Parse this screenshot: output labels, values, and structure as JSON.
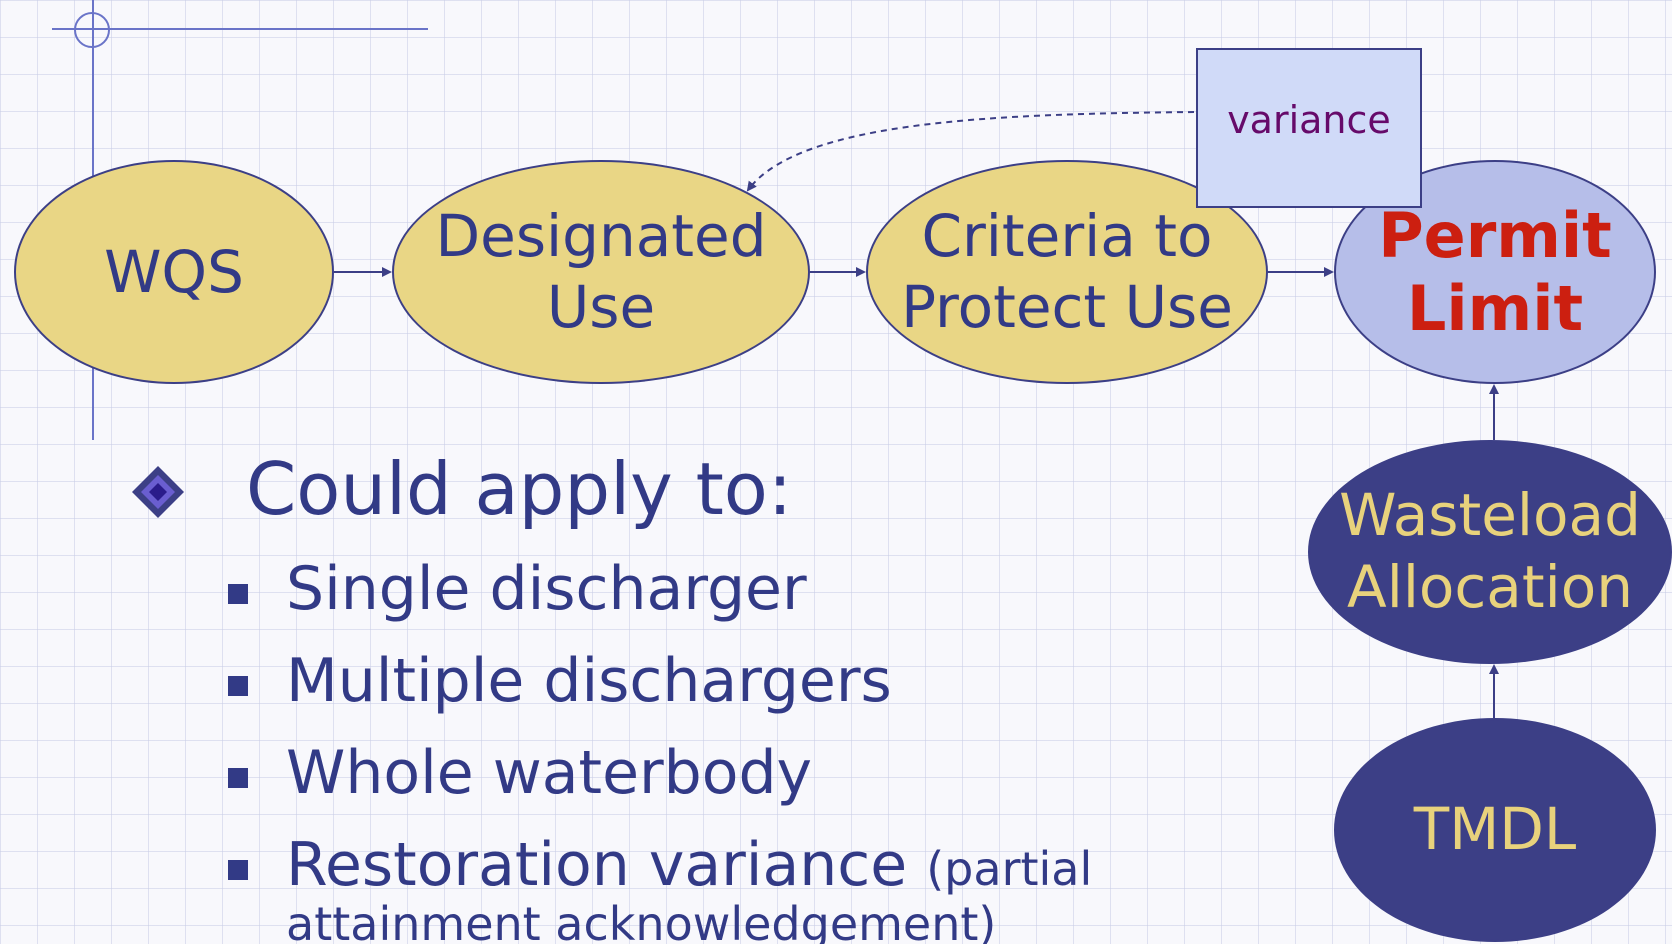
{
  "nodes": {
    "wqs": "WQS",
    "designated_use": "Designated\nUse",
    "criteria": "Criteria to\nProtect Use",
    "permit_limit": "Permit\nLimit",
    "wasteload": "Wasteload\nAllocation",
    "tmdl": "TMDL"
  },
  "variance_label": "variance",
  "bullets": {
    "main": "Could apply to:",
    "items": [
      "Single discharger",
      "Multiple dischargers",
      "Whole waterbody",
      "Restoration variance"
    ],
    "restoration_note_line1": "(partial",
    "restoration_note_line2": "attainment acknowledgement)"
  },
  "colors": {
    "yellow_node": "#e9d685",
    "blue_node": "#b6bee9",
    "navy_node": "#3c3f86",
    "permit_text": "#cc1f10",
    "variance_text": "#660a6a",
    "body_text": "#323a86"
  },
  "icons": {
    "main_bullet": "diamond-icon",
    "sub_bullet": "square-icon"
  }
}
